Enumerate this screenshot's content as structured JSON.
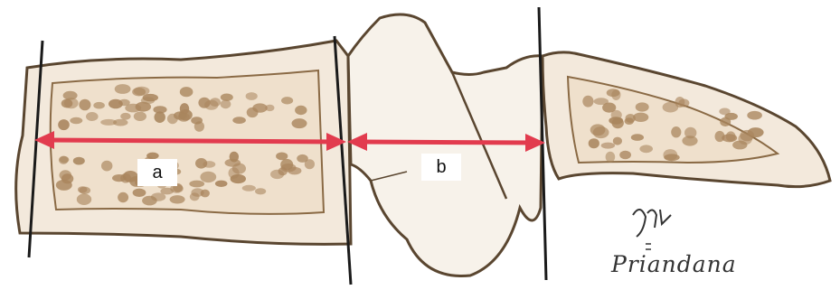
{
  "labels": {
    "a": "a",
    "b": "b"
  },
  "signature": {
    "name": "Priandana"
  },
  "colors": {
    "outline": "#5a4630",
    "cortex_fill": "#f2e6d6",
    "cortex_stroke": "#8a6a45",
    "trabecula": "#a9855d",
    "measure_line": "#e23b4e",
    "guide_line": "#1a1a1a",
    "cartilage_fill": "#f8f5f0"
  },
  "icons": {
    "arrow": "double-headed-arrow"
  }
}
